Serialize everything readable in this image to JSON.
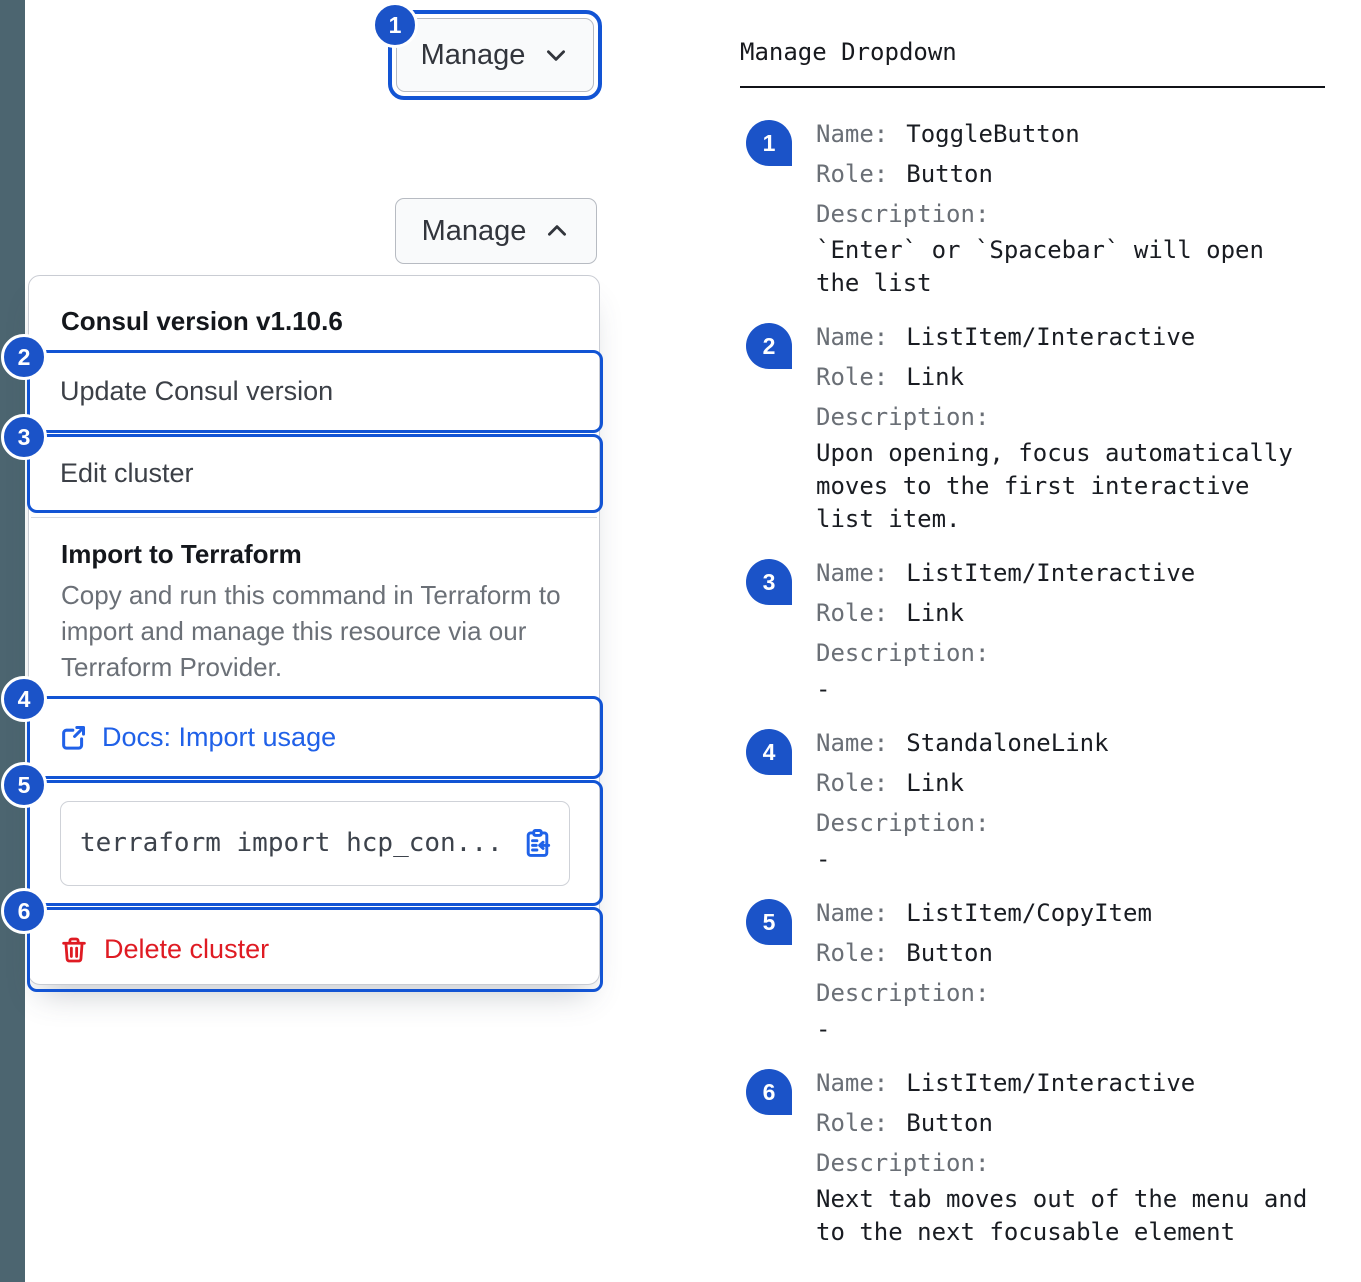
{
  "colors": {
    "focus_ring_blue": "#1254d4",
    "badge_blue": "#1b53c8",
    "link_blue": "#2061e8",
    "danger_red": "#df1b23",
    "sidebar_stripe": "#4c6570"
  },
  "icons": {
    "toggle_closed": "chevron-down",
    "toggle_open": "chevron-up",
    "docs_link": "external-link",
    "copy_command": "clipboard-copy",
    "delete": "trash"
  },
  "badges": [
    "1",
    "2",
    "3",
    "4",
    "5",
    "6"
  ],
  "component": {
    "toggle_closed_label": "Manage",
    "toggle_open_label": "Manage",
    "dropdown": {
      "version_header": "Consul version v1.10.6",
      "update_item": "Update Consul version",
      "edit_item": "Edit cluster",
      "import_title": "Import to Terraform",
      "import_description": "Copy and run this command in Terraform to import and manage this resource via our Terraform Provider.",
      "docs_link_label": "Docs: Import usage",
      "copy_command_text": "terraform import hcp_con...",
      "delete_label": "Delete cluster"
    }
  },
  "legend": {
    "title": "Manage Dropdown",
    "labels": {
      "name": "Name:",
      "role": "Role:",
      "description": "Description:"
    },
    "items": [
      {
        "num": "1",
        "name": "ToggleButton",
        "role": "Button",
        "description": "`Enter` or `Spacebar` will open the list"
      },
      {
        "num": "2",
        "name": "ListItem/Interactive",
        "role": "Link",
        "description": "Upon opening, focus automatically moves to the first interactive list item."
      },
      {
        "num": "3",
        "name": "ListItem/Interactive",
        "role": "Link",
        "description": "-"
      },
      {
        "num": "4",
        "name": "StandaloneLink",
        "role": "Link",
        "description": "-"
      },
      {
        "num": "5",
        "name": "ListItem/CopyItem",
        "role": "Button",
        "description": "-"
      },
      {
        "num": "6",
        "name": "ListItem/Interactive",
        "role": "Button",
        "description": "Next tab moves out of the menu and to the next focusable element"
      }
    ]
  }
}
